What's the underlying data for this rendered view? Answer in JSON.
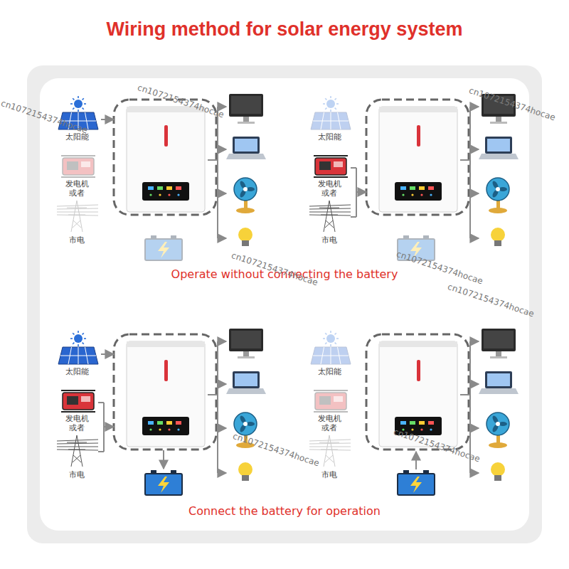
{
  "diagram": {
    "title": "Wiring method for solar energy system",
    "labels": [
      "太阳能",
      "发电机 或者",
      "市电",
      "太阳能",
      "发电机 或者",
      "市电",
      "Operate without connecting the battery",
      "太阳能",
      "发电机 或者",
      "市电",
      "太阳能",
      "发电机 或者",
      "市电",
      "Connect the battery for operation",
      "cn1072154374hocae",
      "cn1072154374hocae",
      "cn1072154374hocae",
      "cn1072154374hocae",
      "cn1072154374hocae",
      "cn1072154374hocae",
      "cn1072154374hocae",
      "cn1072154374hocae"
    ]
  }
}
